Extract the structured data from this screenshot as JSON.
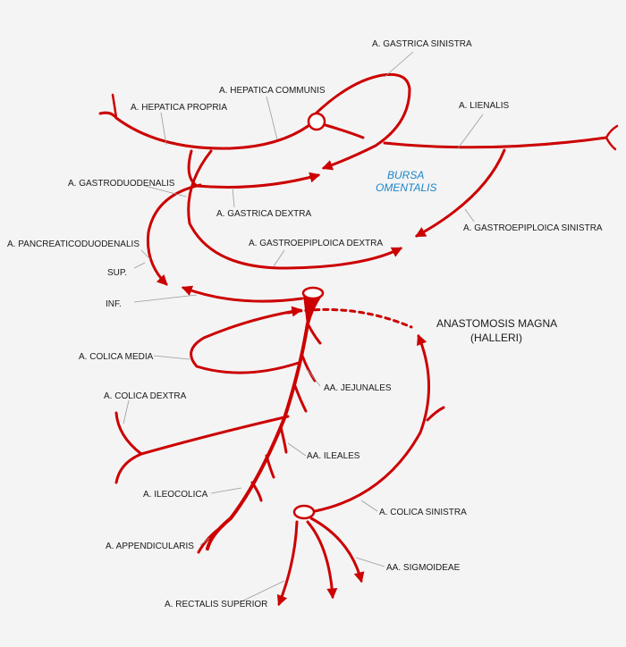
{
  "colors": {
    "vessel": "#cc0000",
    "leader": "#9a9a9a",
    "text": "#1a1a1a",
    "region_text": "#1a86c8",
    "background": "#f4f4f4"
  },
  "labels": {
    "gastrica_sinistra": "A. GASTRICA SINISTRA",
    "hepatica_communis": "A. HEPATICA COMMUNIS",
    "hepatica_propria": "A. HEPATICA PROPRIA",
    "lienalis": "A. LIENALIS",
    "gastroduodenalis": "A. GASTRODUODENALIS",
    "gastrica_dextra": "A. GASTRICA DEXTRA",
    "gastroepiploica_sinistra": "A. GASTROEPIPLOICA SINISTRA",
    "pancreaticoduodenalis": "A. PANCREATICODUODENALIS",
    "gastroepiploica_dextra": "A. GASTROEPIPLOICA DEXTRA",
    "sup": "SUP.",
    "inf": "INF.",
    "anastomosis_line1": "ANASTOMOSIS MAGNA",
    "anastomosis_line2": "(HALLERI)",
    "colica_media": "A. COLICA MEDIA",
    "jejunales": "AA. JEJUNALES",
    "colica_dextra": "A. COLICA DEXTRA",
    "ileales": "AA. ILEALES",
    "ileocolica": "A. ILEOCOLICA",
    "colica_sinistra": "A. COLICA SINISTRA",
    "appendicularis": "A. APPENDICULARIS",
    "sigmoideae": "AA. SIGMOIDEAE",
    "rectalis_superior": "A. RECTALIS SUPERIOR"
  },
  "region": {
    "line1": "BURSA",
    "line2": "OMENTALIS"
  }
}
